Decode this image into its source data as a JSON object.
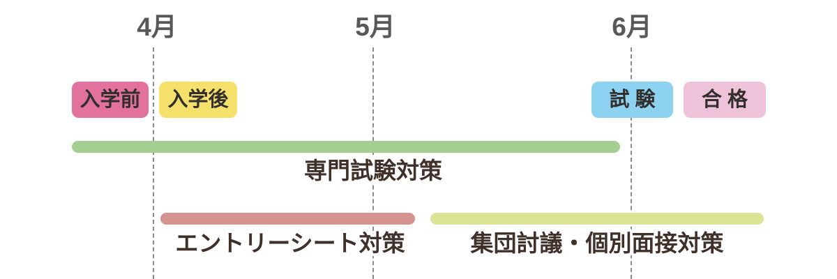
{
  "timeline": {
    "months": [
      {
        "label": "4月"
      },
      {
        "label": "5月"
      },
      {
        "label": "6月"
      }
    ],
    "badges": [
      {
        "label": "入学前",
        "color": "#e2719e"
      },
      {
        "label": "入学後",
        "color": "#f6e06c"
      },
      {
        "label": "試 験",
        "color": "#8dd2f0"
      },
      {
        "label": "合 格",
        "color": "#eec3d9"
      }
    ],
    "bars": [
      {
        "label": "専門試験対策",
        "color": "#a5cf92",
        "row": 1
      },
      {
        "label": "エントリーシート対策",
        "color": "#d5938f",
        "row": 2
      },
      {
        "label": "集団討議・個別面接対策",
        "color": "#dce397",
        "row": 2
      }
    ],
    "gridline_color": "#8a8a8a",
    "month_text_color": "#595757"
  }
}
